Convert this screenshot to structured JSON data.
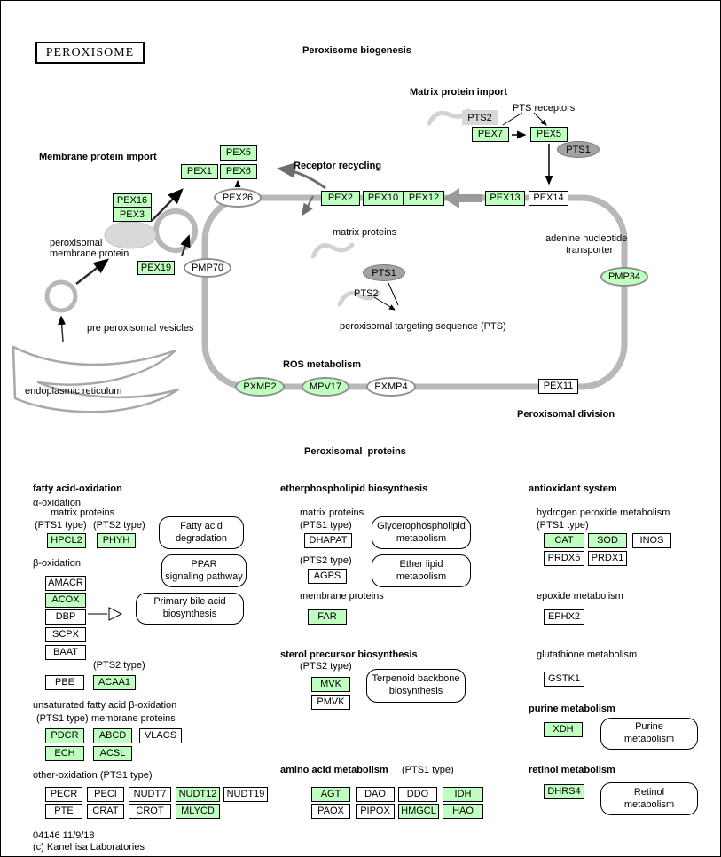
{
  "title": "PEROXISOME",
  "colors": {
    "gene_green": "#bfffbf",
    "membrane_gray": "#b8b8b8",
    "marker_gray": "#a3a3a3"
  },
  "text": {
    "biogenesis": "Peroxisome biogenesis",
    "matrix_protein_import": "Matrix protein import",
    "pts_receptors": "PTS receptors",
    "membrane_protein_import": "Membrane protein import",
    "receptor_recycling": "Receptor recycling",
    "matrix_proteins": "matrix proteins",
    "adenine1": "adenine nucleotide",
    "adenine2": "transporter",
    "pmem1": "peroxisomal",
    "pmem2": "membrane protein",
    "pts2_label": "PTS2",
    "pts_seq": "peroxisomal targeting sequence (PTS)",
    "pre_vesicles": "pre peroxisomal vesicles",
    "er": "endoplasmic reticulum",
    "ros": "ROS metabolism",
    "division": "Peroxisomal division",
    "perox_proteins": "Peroxisomal  proteins",
    "fatty_title": "fatty acid-oxidation",
    "alpha_ox": "α-oxidation",
    "beta_ox": "β-oxidation",
    "pts1_type": "(PTS1 type)",
    "pts2_type": "(PTS2 type)",
    "membrane_proteins": "membrane proteins",
    "unsat": "unsaturated fatty acid β-oxidation",
    "other_ox": "other-oxidation (PTS1 type)",
    "ether_title": "etherphospholipid biosynthesis",
    "sterol_title": "sterol precursor biosynthesis",
    "amino_title": "amino acid metabolism",
    "antiox_title": "antioxidant system",
    "h2o2": "hydrogen peroxide metabolism",
    "epoxide": "epoxide metabolism",
    "glutathione": "glutathione metabolism",
    "purine_title": "purine metabolism",
    "retinol_title": "retinol metabolism",
    "footer1": "04146 11/9/18",
    "footer2": "(c) Kanehisa Laboratories"
  },
  "genes": {
    "pts2_import": "PTS2",
    "pex7": "PEX7",
    "pex5_import": "PEX5",
    "pts1_receptor": "PTS1",
    "pex5_recycling": "PEX5",
    "pex1": "PEX1",
    "pex6": "PEX6",
    "pex26": "PEX26",
    "pex2": "PEX2",
    "pex10": "PEX10",
    "pex12": "PEX12",
    "pex13": "PEX13",
    "pex14": "PEX14",
    "pex16": "PEX16",
    "pex3": "PEX3",
    "pex19": "PEX19",
    "pmp70": "PMP70",
    "pmp34": "PMP34",
    "pts1_matrix": "PTS1",
    "pxmp2": "PXMP2",
    "mpv17": "MPV17",
    "pxmp4": "PXMP4",
    "pex11": "PEX11",
    "hpcl2": "HPCL2",
    "phyh": "PHYH",
    "amacr": "AMACR",
    "acox": "ACOX",
    "dbp": "DBP",
    "scpx": "SCPX",
    "baat": "BAAT",
    "pbe": "PBE",
    "acaa1": "ACAA1",
    "pdcr": "PDCR",
    "abcd": "ABCD",
    "vlacs": "VLACS",
    "ech": "ECH",
    "acsl": "ACSL",
    "pecr": "PECR",
    "peci": "PECI",
    "nudt7": "NUDT7",
    "nudt12": "NUDT12",
    "nudt19": "NUDT19",
    "pte": "PTE",
    "crat": "CRAT",
    "crot": "CROT",
    "mlycd": "MLYCD",
    "dhapat": "DHAPAT",
    "agps": "AGPS",
    "far": "FAR",
    "mvk": "MVK",
    "pmvk": "PMVK",
    "agt": "AGT",
    "dao": "DAO",
    "ddo": "DDO",
    "idh": "IDH",
    "paox": "PAOX",
    "pipox": "PIPOX",
    "hmgcl": "HMGCL",
    "hao": "HAO",
    "cat": "CAT",
    "sod": "SOD",
    "inos": "INOS",
    "prdx5": "PRDX5",
    "prdx1": "PRDX1",
    "ephx2": "EPHX2",
    "gstk1": "GSTK1",
    "xdh": "XDH",
    "dhrs4": "DHRS4"
  },
  "pathways": {
    "fatty": [
      "Fatty acid",
      "degradation"
    ],
    "ppar": [
      "PPAR",
      "signaling pathway"
    ],
    "bile": [
      "Primary bile acid",
      "biosynthesis"
    ],
    "glycero": [
      "Glycerophospholipid",
      "metabolism"
    ],
    "ether": [
      "Ether lipid",
      "metabolism"
    ],
    "terpenoid": [
      "Terpenoid backbone",
      "biosynthesis"
    ],
    "purine": [
      "Purine",
      "metabolism"
    ],
    "retinol": [
      "Retinol",
      "metabolism"
    ]
  }
}
